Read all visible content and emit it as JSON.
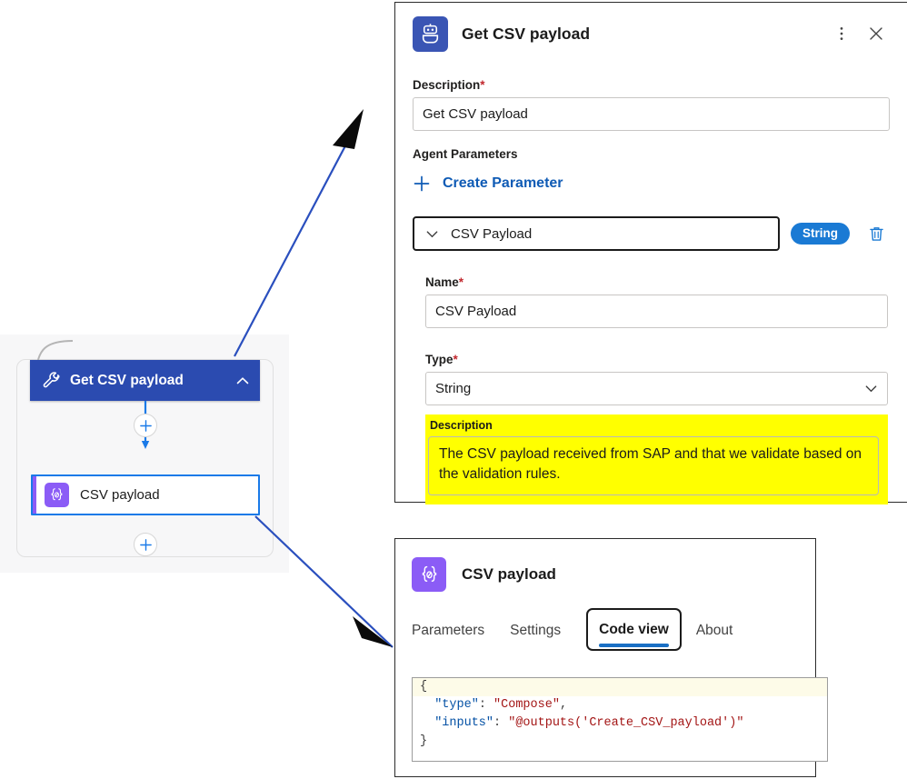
{
  "flow": {
    "agent_node": {
      "label": "Get CSV payload",
      "icon": "wrench-icon",
      "collapse_icon": "chevron-up-icon"
    },
    "compose_node": {
      "label": "CSV payload",
      "icon": "compose-braces-icon"
    },
    "add_buttons": [
      {
        "name": "add-step-between"
      },
      {
        "name": "add-step-below"
      }
    ]
  },
  "agent_panel": {
    "icon": "bot-icon",
    "title": "Get CSV payload",
    "menu_icon": "more-vertical-icon",
    "close_icon": "close-icon",
    "description_label": "Description",
    "required_mark": "*",
    "description_value": "Get CSV payload",
    "agent_parameters_label": "Agent Parameters",
    "create_parameter_label": "Create Parameter",
    "create_parameter_icon": "plus-icon",
    "parameter": {
      "collapse_icon": "chevron-down-icon",
      "header_name": "CSV Payload",
      "type_badge": "String",
      "delete_icon": "trash-icon",
      "name_label": "Name",
      "name_value": "CSV Payload",
      "type_label": "Type",
      "type_value": "String",
      "type_chevron": "chevron-down-icon",
      "description_label": "Description",
      "description_value": "The CSV payload received from SAP and that we validate based on the validation rules."
    }
  },
  "compose_panel": {
    "icon": "compose-braces-icon",
    "title": "CSV payload",
    "tabs": [
      {
        "label": "Parameters",
        "selected": false
      },
      {
        "label": "Settings",
        "selected": false
      },
      {
        "label": "Code view",
        "selected": true
      },
      {
        "label": "About",
        "selected": false
      }
    ],
    "code": {
      "line1": "{",
      "line2_key": "\"type\"",
      "line2_val": "\"Compose\"",
      "line3_key": "\"inputs\"",
      "line3_val": "\"@outputs('Create_CSV_payload')\"",
      "line4": "}"
    }
  },
  "colors": {
    "agent_node_bg": "#2b4bb0",
    "compose_accent": "#8b5cf6",
    "link_blue": "#0f5bb5",
    "badge_blue": "#1a7ad4",
    "highlight_yellow": "#ffff00",
    "annotation_arrow": "#2a4fbe",
    "selected_tab_underline": "#1a6fc4"
  }
}
